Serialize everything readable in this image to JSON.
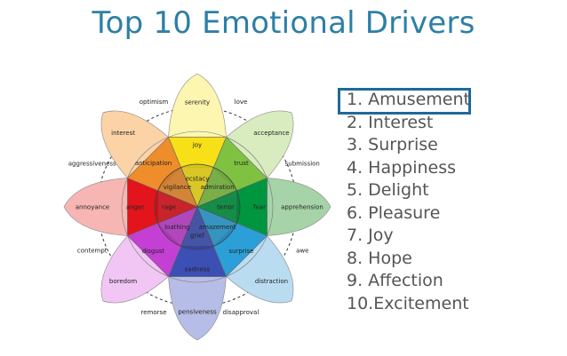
{
  "title": "Top 10 Emotional Drivers",
  "drivers": [
    "1. Amusement",
    "2. Interest",
    "3. Surprise",
    "4. Happiness",
    "5. Delight",
    "6. Pleasure",
    "7. Joy",
    "8. Hope",
    "9. Affection",
    "10.Excitement"
  ],
  "highlighted_index": 0,
  "wheel": {
    "petals": [
      {
        "outer": "serenity",
        "middle": "joy",
        "inner": "ecstacy",
        "color": "#f7e017",
        "light": "#fdf6b0"
      },
      {
        "outer": "acceptance",
        "middle": "trust",
        "inner": "admiration",
        "color": "#7fc242",
        "light": "#d8ecbf"
      },
      {
        "outer": "apprehension",
        "middle": "fear",
        "inner": "terror",
        "color": "#009640",
        "light": "#a6d3a8"
      },
      {
        "outer": "distraction",
        "middle": "surprise",
        "inner": "amazement",
        "color": "#2b9fd8",
        "light": "#b9dcf1"
      },
      {
        "outer": "pensiveness",
        "middle": "sadness",
        "inner": "grief",
        "color": "#3c4fb5",
        "light": "#b6bde6"
      },
      {
        "outer": "boredom",
        "middle": "disgust",
        "inner": "loathing",
        "color": "#c43fd3",
        "light": "#f1c6f4"
      },
      {
        "outer": "annoyance",
        "middle": "anger",
        "inner": "rage",
        "color": "#e3141b",
        "light": "#f7b6b3"
      },
      {
        "outer": "interest",
        "middle": "anticipation",
        "inner": "vigilance",
        "color": "#f08d2b",
        "light": "#fbd3a6"
      }
    ],
    "dyads": [
      "love",
      "submission",
      "awe",
      "disapproval",
      "remorse",
      "contempt",
      "aggressiveness",
      "optimism"
    ]
  }
}
